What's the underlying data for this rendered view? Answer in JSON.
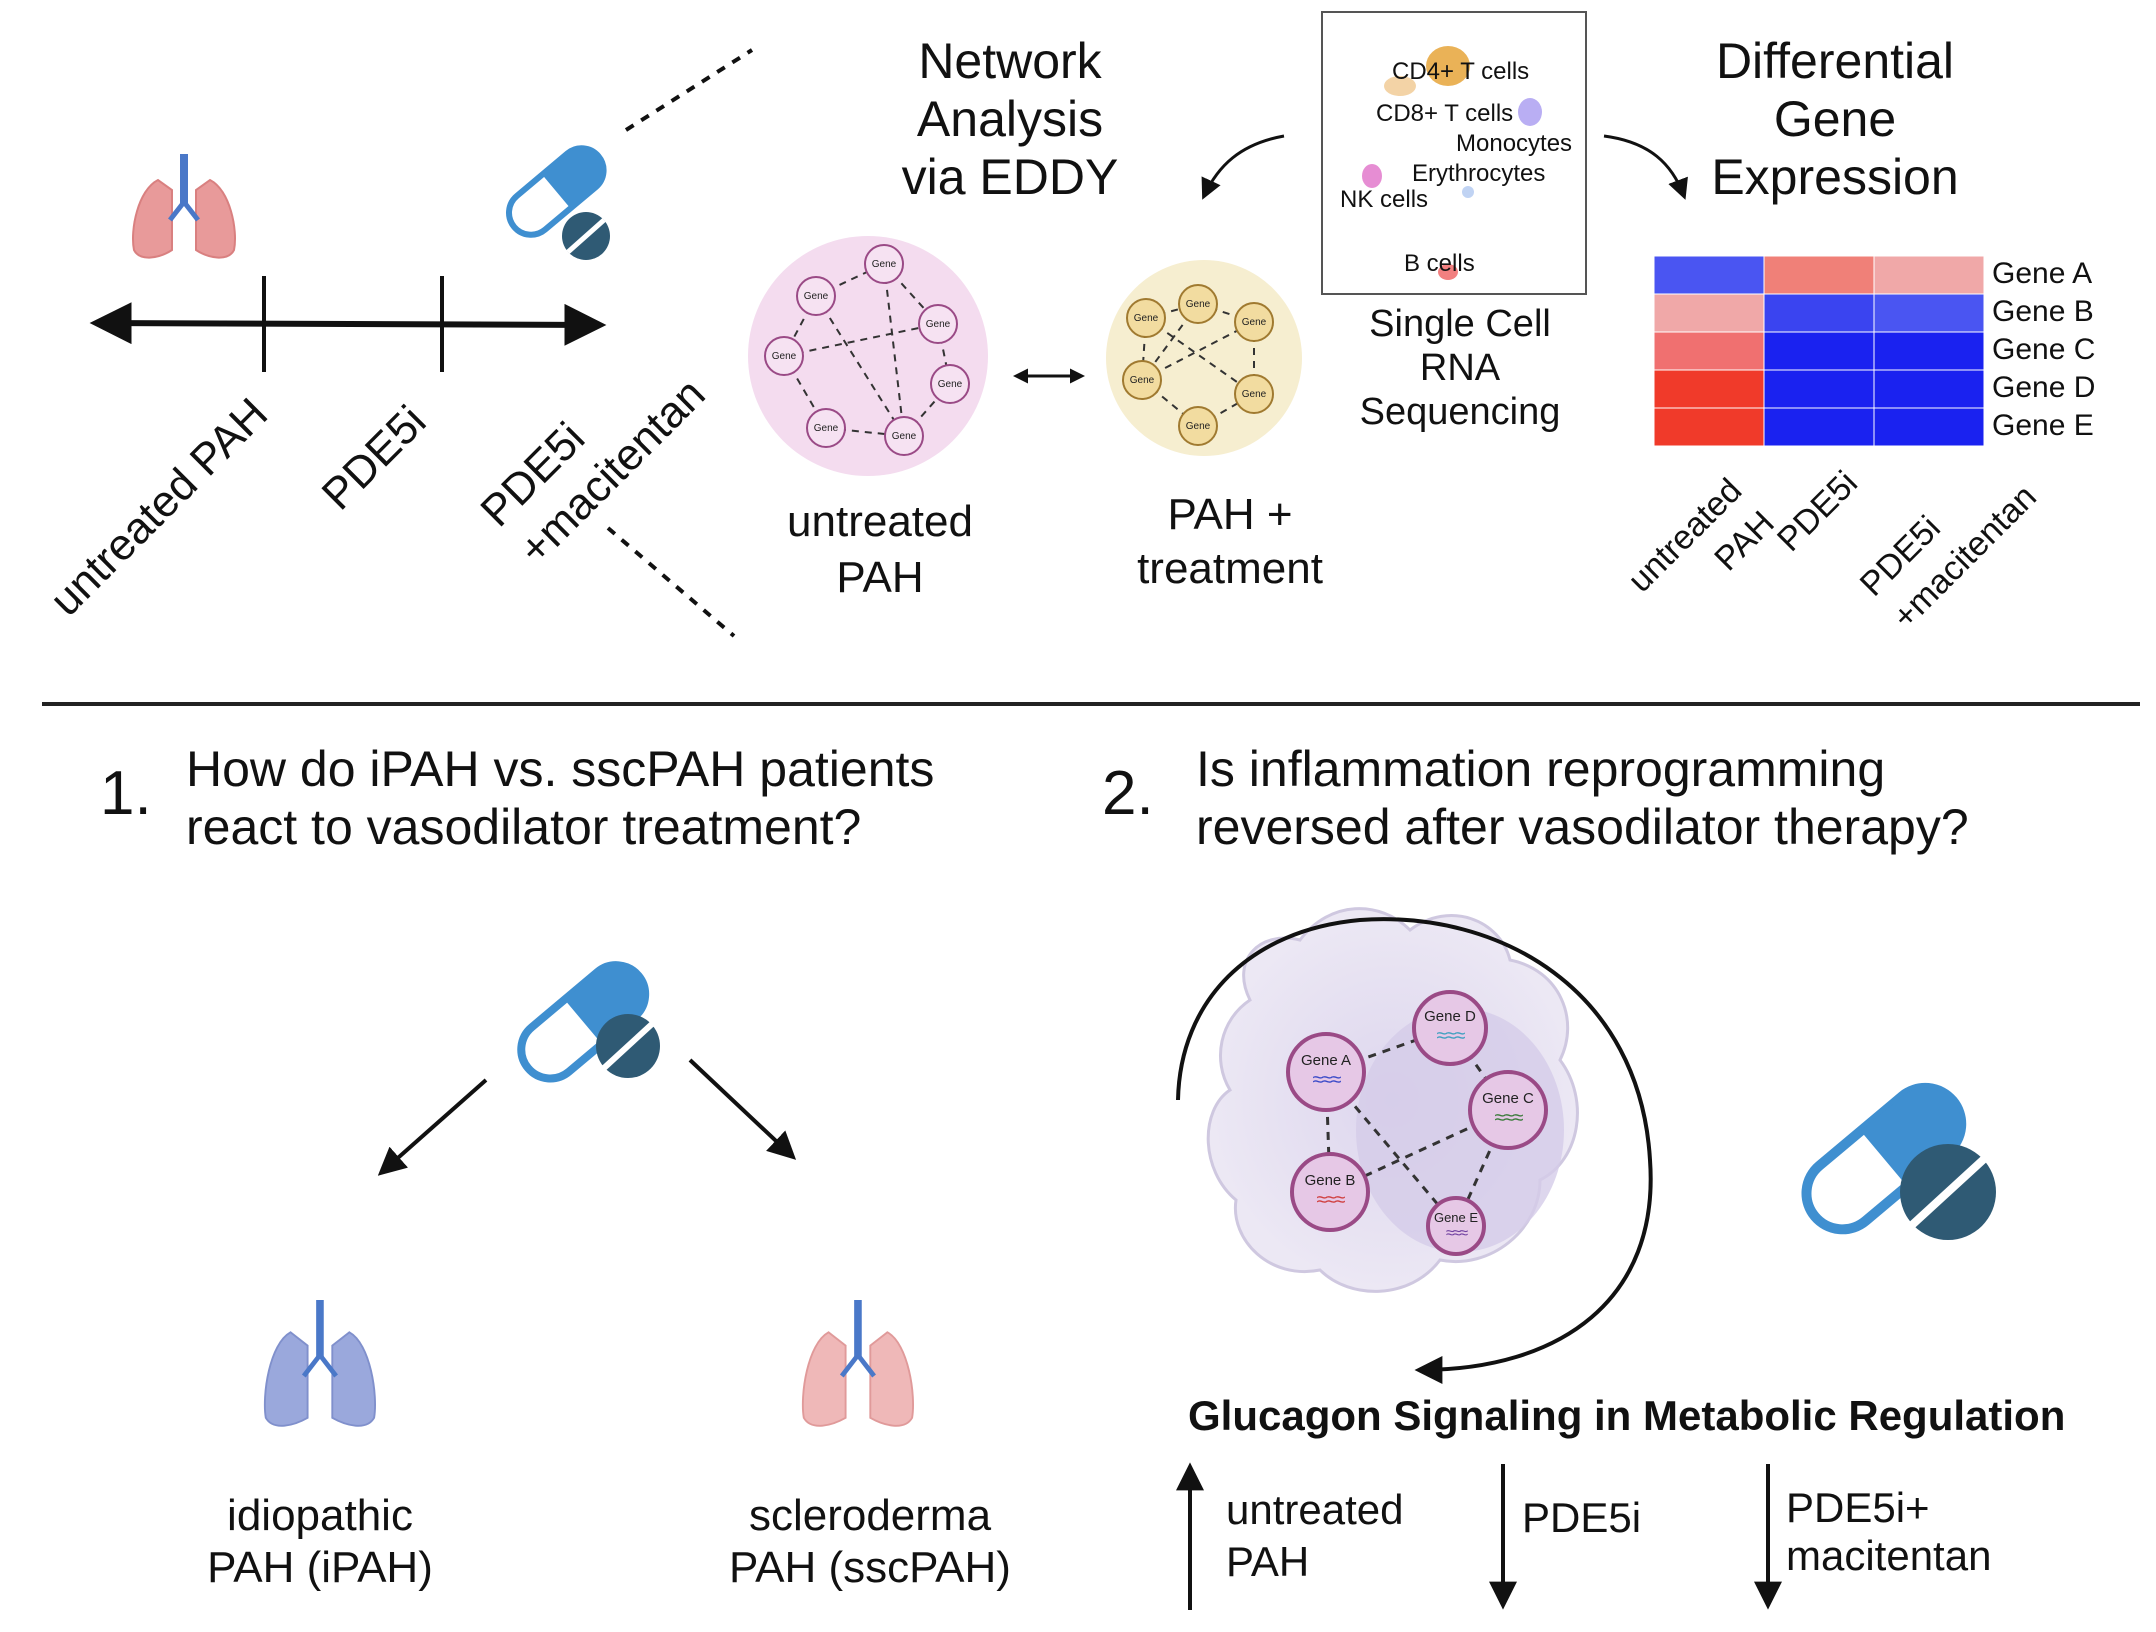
{
  "timeline": {
    "labels": [
      "untreated PAH",
      "PDE5i",
      "PDE5i\n+macitentan"
    ]
  },
  "network": {
    "title": "Network\nAnalysis\nvia EDDY",
    "node_label": "Gene",
    "left_label": "untreated\nPAH",
    "right_label": "PAH +\ntreatment",
    "left_color": "#f4dcef",
    "right_color": "#f6eed0"
  },
  "scrna": {
    "cells": [
      "CD4+ T cells",
      "CD8+ T cells",
      "Monocytes",
      "Erythrocytes",
      "NK cells",
      "B cells"
    ],
    "caption": "Single Cell\nRNA\nSequencing"
  },
  "dge": {
    "title": "Differential\nGene\nExpression",
    "genes": [
      "Gene A",
      "Gene B",
      "Gene C",
      "Gene D",
      "Gene E"
    ],
    "conditions": [
      "untreated\nPAH",
      "PDE5i",
      "PDE5i\n+macitentan"
    ],
    "heatmap_colors": [
      [
        "#4a55f2",
        "#f08078",
        "#f0a8a8"
      ],
      [
        "#f0a8a8",
        "#3a44f0",
        "#4a55f2"
      ],
      [
        "#f07070",
        "#1a22f0",
        "#1a22f0"
      ],
      [
        "#f03a2a",
        "#1a22f0",
        "#1a22f0"
      ],
      [
        "#f03a2a",
        "#1a22f0",
        "#1a22f0"
      ]
    ]
  },
  "q1": {
    "number": "1.",
    "text": "How do iPAH vs. sscPAH patients\nreact to vasodilator treatment?",
    "left_label": "idiopathic\nPAH (iPAH)",
    "right_label": "scleroderma\nPAH (sscPAH)"
  },
  "q2": {
    "number": "2.",
    "text": "Is inflammation reprogramming\nreversed after vasodilator therapy?",
    "genes": [
      "Gene A",
      "Gene B",
      "Gene C",
      "Gene D",
      "Gene E"
    ],
    "pathway": "Glucagon Signaling in Metabolic Regulation",
    "directions": [
      {
        "label": "untreated\nPAH",
        "direction": "up"
      },
      {
        "label": "PDE5i",
        "direction": "down"
      },
      {
        "label": "PDE5i+\nmacitentan",
        "direction": "down"
      }
    ]
  },
  "colors": {
    "pill_blue": "#3f8fd0",
    "tablet_dark": "#2f5a74",
    "lung_red": "#e89a9a",
    "lung_blue": "#9aa8dc",
    "trachea_blue": "#4a78c8"
  },
  "icons": [
    "lungs-icon",
    "pill-icon",
    "tablet-icon",
    "cell-icon",
    "dna-icon",
    "arrow-icon"
  ]
}
